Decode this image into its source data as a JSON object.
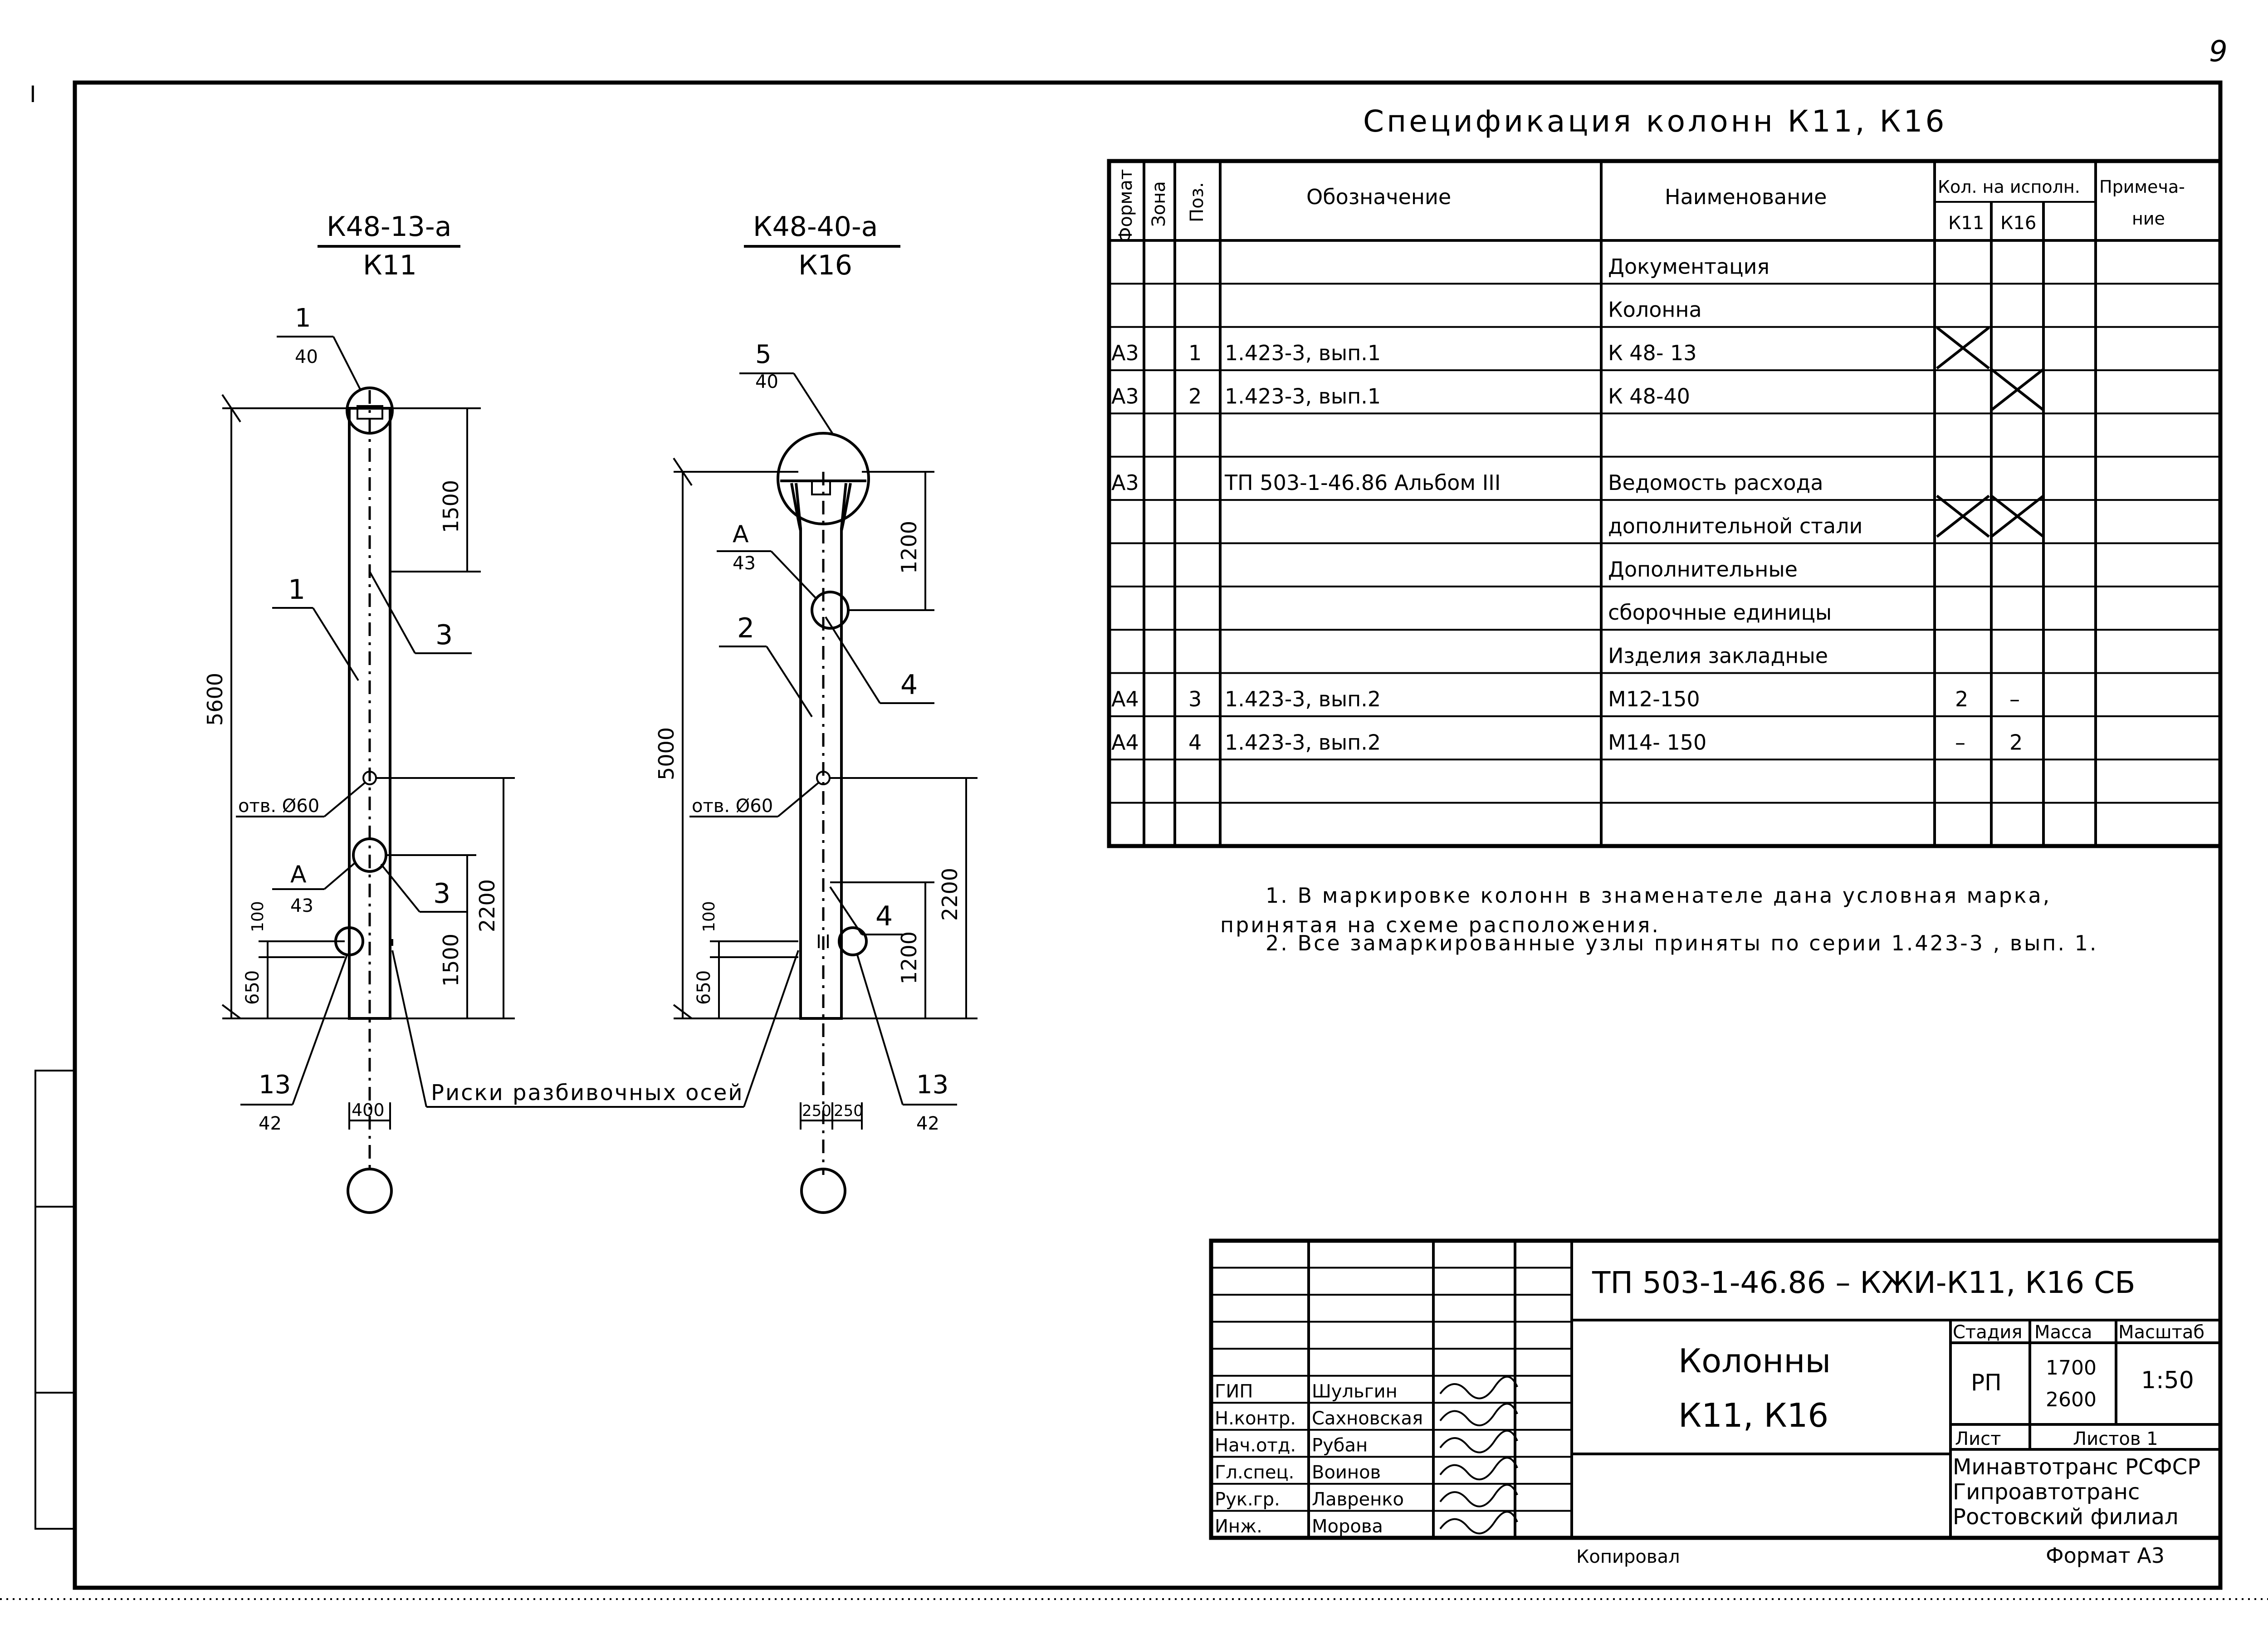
{
  "page_number": "9",
  "margin_mark": "I",
  "spec": {
    "title": "Спецификация колонн К11, К16",
    "headers": {
      "format": "Формат",
      "zone": "Зона",
      "pos": "Поз.",
      "designation": "Обозначение",
      "name": "Наименование",
      "qty": "Кол. на исполн.",
      "k11": "К11",
      "k16": "К16",
      "note1": "Примеча-",
      "note2": "ние"
    },
    "rows": [
      {
        "format": "",
        "pos": "",
        "designation": "",
        "name": "Документация",
        "k11": "",
        "k16": ""
      },
      {
        "format": "",
        "pos": "",
        "designation": "",
        "name": "Колонна",
        "k11": "",
        "k16": ""
      },
      {
        "format": "А3",
        "pos": "1",
        "designation": "1.423-3,    вып.1",
        "name": "К 48- 13",
        "k11": "",
        "k16": ""
      },
      {
        "format": "А3",
        "pos": "2",
        "designation": "1.423-3,    вып.1",
        "name": "К 48-40",
        "k11": "",
        "k16": ""
      },
      {
        "format": "",
        "pos": "",
        "designation": "",
        "name": "",
        "k11": "",
        "k16": ""
      },
      {
        "format": "А3",
        "pos": "",
        "designation": "ТП 503-1-46.86 Альбом III",
        "name": "Ведомость  расхода",
        "k11": "",
        "k16": ""
      },
      {
        "format": "",
        "pos": "",
        "designation": "",
        "name": "дополнительной  стали",
        "k11": "",
        "k16": ""
      },
      {
        "format": "",
        "pos": "",
        "designation": "",
        "name": "Дополнительные",
        "k11": "",
        "k16": ""
      },
      {
        "format": "",
        "pos": "",
        "designation": "",
        "name": "сборочные  единицы",
        "k11": "",
        "k16": ""
      },
      {
        "format": "",
        "pos": "",
        "designation": "",
        "name": "Изделия  закладные",
        "k11": "",
        "k16": ""
      },
      {
        "format": "А4",
        "pos": "3",
        "designation": "1.423-3,   вып.2",
        "name": "М12-150",
        "k11": "2",
        "k16": "–"
      },
      {
        "format": "А4",
        "pos": "4",
        "designation": "1.423-3,   вып.2",
        "name": "М14- 150",
        "k11": "–",
        "k16": "2"
      },
      {
        "format": "",
        "pos": "",
        "designation": "",
        "name": "",
        "k11": "",
        "k16": ""
      },
      {
        "format": "",
        "pos": "",
        "designation": "",
        "name": "",
        "k11": "",
        "k16": ""
      }
    ]
  },
  "notes": {
    "n1a": "1. В маркировке колонн в знаменателе дана условная марка,",
    "n1b": "принятая на схеме расположения.",
    "n2": "2. Все замаркированные узлы приняты по серии 1.423-3 , вып. 1."
  },
  "col1": {
    "mark_top": "К48-13-а",
    "mark_bottom": "К11",
    "node1_num": "1",
    "node1_sheet": "40",
    "nodeA_num": "А",
    "nodeA_sheet": "43",
    "node13_num": "13",
    "node13_sheet": "42",
    "pos1": "1",
    "pos3a": "3",
    "pos3b": "3",
    "hole": "отв. Ø60",
    "dim_total": "5600",
    "dim_top": "1500",
    "dim_2200": "2200",
    "dim_1500b": "1500",
    "dim_650": "650",
    "dim_100": "100",
    "dim_width": "400"
  },
  "col2": {
    "mark_top": "К48-40-а",
    "mark_bottom": "К16",
    "node5_num": "5",
    "node5_sheet": "40",
    "nodeA_num": "А",
    "nodeA_sheet": "43",
    "node13_num": "13",
    "node13_sheet": "42",
    "pos2": "2",
    "pos4a": "4",
    "pos4b": "4",
    "hole": "отв. Ø60",
    "dim_total": "5000",
    "dim_1200": "1200",
    "dim_2200": "2200",
    "dim_1200b": "1200",
    "dim_650": "650",
    "dim_100": "100",
    "dim_w1": "250",
    "dim_w2": "250"
  },
  "risks_label": "Риски разбивочных осей",
  "stamp": {
    "code": "ТП   503-1-46.86  –    КЖИ-К11, К16    СБ",
    "title1": "Колонны",
    "title2": "К11,  К16",
    "stage_h": "Стадия",
    "mass_h": "Масса",
    "scale_h": "Масштаб",
    "stage": "РП",
    "mass1": "1700",
    "mass2": "2600",
    "scale": "1:50",
    "sheet_h": "Лист",
    "sheets_h": "Листов  1",
    "org1": "Минавтотранс РСФСР",
    "org2": "Гипроавтотранс",
    "org3": "Ростовский филиал",
    "people": [
      {
        "role": "ГИП",
        "name": "Шульгин"
      },
      {
        "role": "Н.контр.",
        "name": "Сахновская"
      },
      {
        "role": "Нач.отд.",
        "name": "Рубан"
      },
      {
        "role": "Гл.спец.",
        "name": "Воинов"
      },
      {
        "role": "Рук.гр.",
        "name": "Лавренко"
      },
      {
        "role": "Инж.",
        "name": "Морова"
      }
    ]
  },
  "copied": "Копировал",
  "format": "Формат А3"
}
